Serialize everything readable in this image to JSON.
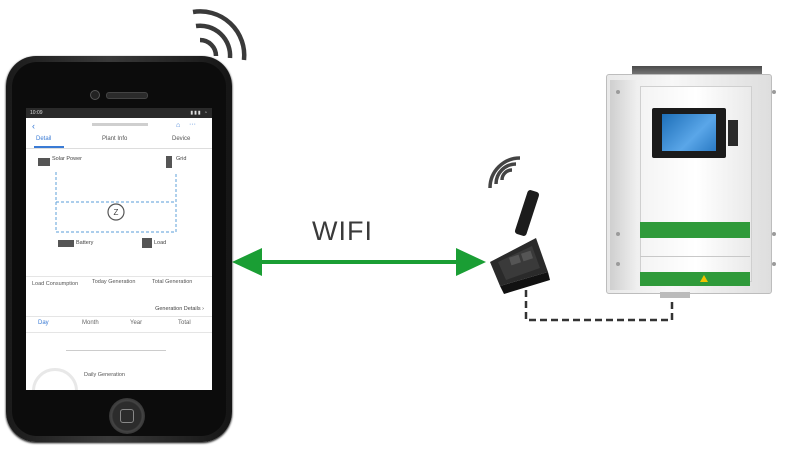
{
  "diagram": {
    "wifi_label": "WIFI",
    "colors": {
      "arrow": "#1a9e34",
      "cable": "#333333",
      "phone_body": "#1a1a1a"
    }
  },
  "phone_app": {
    "status_time": "10:09",
    "tabs": [
      "Detail",
      "Plant Info",
      "Device"
    ],
    "flow_nodes": {
      "pv": "Solar Power",
      "grid": "Grid",
      "battery": "Battery",
      "load": "Load"
    },
    "stats": [
      "Load Consumption",
      "Today Generation",
      "Total Generation"
    ],
    "more_label": "Generation Details",
    "periods": [
      "Day",
      "Month",
      "Year",
      "Total"
    ],
    "daily_label": "Daily Generation"
  }
}
